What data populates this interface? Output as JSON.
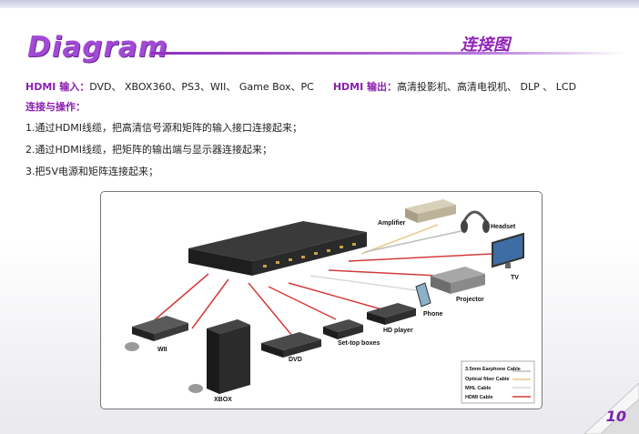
{
  "header": {
    "title_en": "Diagram",
    "title_cn": "连接图"
  },
  "io": {
    "input_label": "HDMI 输入：",
    "input_value": "DVD、 XBOX360、PS3、WII、 Game Box、PC",
    "output_label": "HDMI 输出：",
    "output_value": "高清投影机、高清电视机、 DLP 、 LCD"
  },
  "steps": {
    "heading": "连接与操作：",
    "items": [
      "1.通过HDMI线缆，把高清信号源和矩阵的输入接口连接起来；",
      "2.通过HDMI线缆，把矩阵的输出端与显示器连接起来；",
      "3.把5V电源和矩阵连接起来；"
    ]
  },
  "diagram": {
    "devices": {
      "amplifier": "Amplifier",
      "headset": "Headset",
      "tv": "TV",
      "projector": "Projector",
      "phone": "Phone",
      "hd_player": "HD player",
      "settop": "Set-top boxes",
      "dvd": "DVD",
      "wii": "WII",
      "xbox": "XBOX"
    },
    "legend": [
      {
        "label": "3.5mm Earphone Cable",
        "color": "#bdbdbd"
      },
      {
        "label": "Optical fiber Cable",
        "color": "#e8c98a"
      },
      {
        "label": "MHL Cable",
        "color": "#d9d9d9"
      },
      {
        "label": "HDMI Cable",
        "color": "#d23b3b"
      }
    ],
    "colors": {
      "hdmi": "#d23b3b",
      "audio": "#e8c98a",
      "box": "#2b2b2b"
    }
  },
  "footer": {
    "page_number": "10"
  }
}
